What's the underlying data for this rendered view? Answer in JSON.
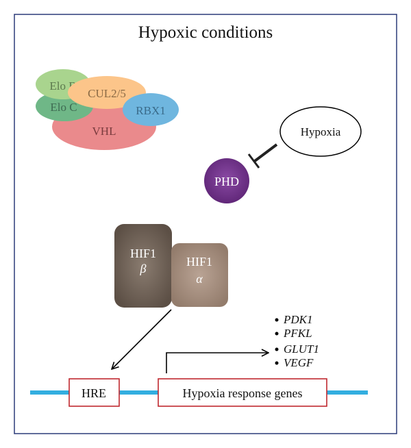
{
  "title": "Hypoxic conditions",
  "complex": {
    "elo_b": "Elo B",
    "cul": "CUL2/5",
    "elo_c": "Elo C",
    "rbx1": "RBX1",
    "vhl": "VHL"
  },
  "hypoxia": "Hypoxia",
  "phd": "PHD",
  "hif1_beta": {
    "name": "HIF1",
    "sub": "β"
  },
  "hif1_alpha": {
    "name": "HIF1",
    "sub": "α"
  },
  "genes": [
    "PDK1",
    "PFKL",
    "GLUT1",
    "VEGF"
  ],
  "hre": "HRE",
  "response_genes": "Hypoxia response genes",
  "colors": {
    "border": "#2b3a78",
    "elo_b": "#a9d48e",
    "cul": "#fcc58a",
    "elo_c": "#6fb787",
    "rbx1": "#6fb6df",
    "vhl": "#ea8a8c",
    "phd": "#6e2f86",
    "hif_beta": "#6b5d51",
    "hif_alpha": "#9e8878",
    "dna": "#33aee0",
    "box_border": "#c0282f"
  }
}
